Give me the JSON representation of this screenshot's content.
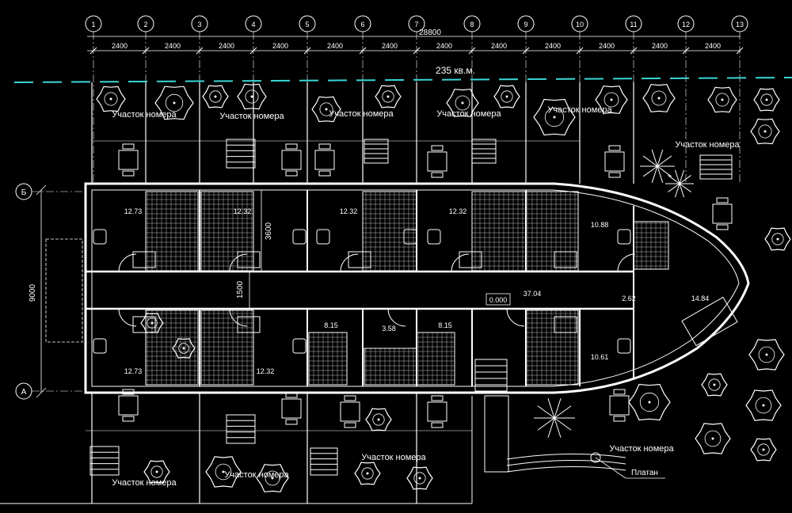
{
  "colors": {
    "background": "#000000",
    "line": "#ffffff",
    "grid_axis": "#ffffff",
    "boundary": "#3ad6d6",
    "tree": "#ffffff"
  },
  "axes": {
    "columns": [
      "1",
      "2",
      "3",
      "4",
      "5",
      "6",
      "7",
      "8",
      "9",
      "10",
      "11",
      "12",
      "13"
    ],
    "rows": [
      "Б",
      "А"
    ]
  },
  "dimensions": {
    "spans": [
      "2400",
      "2400",
      "2400",
      "2400",
      "2400",
      "2400",
      "2400",
      "2400",
      "2400",
      "2400",
      "2400",
      "2400"
    ],
    "total": "28800",
    "depth": "9000",
    "room_depth": "3600",
    "corridor": "1500"
  },
  "plot_area": "235 кв.м.",
  "plot_labels": [
    "Участок номера",
    "Участок номера",
    "Участок номера",
    "Участок номера",
    "Участок номера",
    "Участок номера",
    "Участок номера",
    "Участок номера",
    "Участок номера"
  ],
  "room_areas": {
    "upper": [
      "12.73",
      "12.32",
      "12.32",
      "12.32",
      "10.88"
    ],
    "lower": [
      "12.73",
      "12.32",
      "8.15",
      "3.58",
      "8.15",
      "37.04",
      "10.61",
      "2.62",
      "14.84"
    ],
    "level": "0.000"
  },
  "tree_label": "Платан"
}
